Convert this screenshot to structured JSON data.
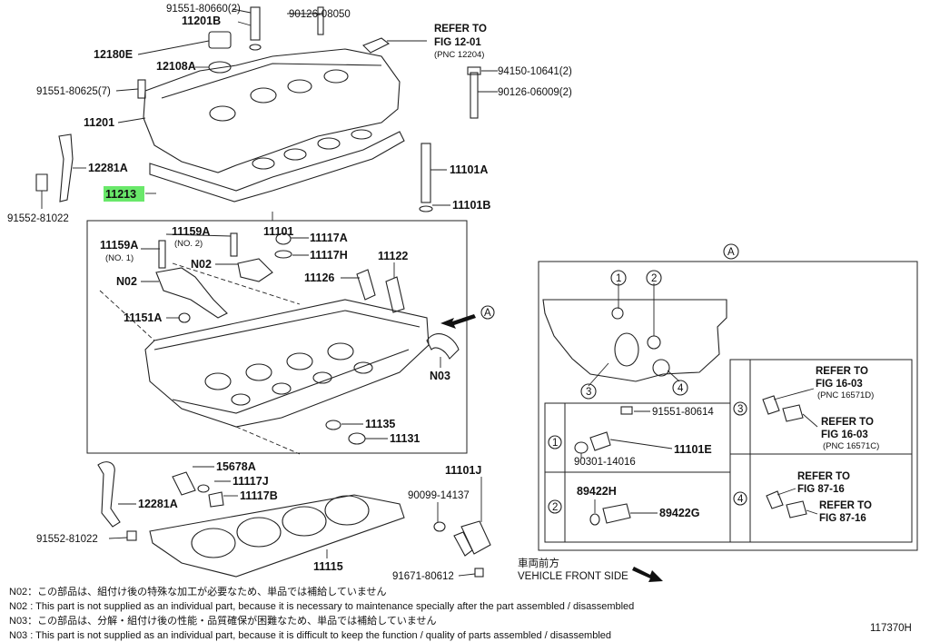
{
  "colors": {
    "highlight": "#69e86a",
    "line": "#222222"
  },
  "callouts": {
    "p91551_80660": "91551-80660(2)",
    "p11201b": "11201B",
    "p90126_08050": "90126-08050",
    "p12180e": "12180E",
    "p12108a": "12108A",
    "refer_a1": "REFER TO",
    "fig_12_01": "FIG 12-01",
    "pnc_12204": "(PNC 12204)",
    "p94150": "94150-10641(2)",
    "p91551_80625": "91551-80625(7)",
    "p90126_06009": "90126-06009(2)",
    "p11201": "11201",
    "p12281a_top": "12281A",
    "p11101a": "11101A",
    "p11213": "11213",
    "p11101b": "11101B",
    "p91552_top": "91552-81022",
    "p11101": "11101",
    "p11159a_no2": "11159A",
    "no2_tag": "(NO. 2)",
    "p11117a": "11117A",
    "p11159a_no1": "11159A",
    "no1_tag": "(NO. 1)",
    "p11117h": "11117H",
    "p11122": "11122",
    "n02_a": "N02",
    "n02_b": "N02",
    "p11126": "11126",
    "p11151a": "11151A",
    "view_a_arrow": "A",
    "n03": "N03",
    "p11135": "11135",
    "p11131": "11131",
    "p15678a": "15678A",
    "p11117j": "11117J",
    "p11101j": "11101J",
    "p12281a_bot": "12281A",
    "p11117b": "11117B",
    "p90099": "90099-14137",
    "p91552_bot": "91552-81022",
    "p11115": "11115",
    "p91671": "91671-80612",
    "front_jp": "車両前方",
    "front_en": "VEHICLE FRONT SIDE"
  },
  "detail": {
    "title": "A",
    "c1": "1",
    "c2": "2",
    "c3": "3",
    "c4": "4",
    "r1": "1",
    "r2": "2",
    "r3": "3",
    "r4": "4",
    "p91551_80614": "91551-80614",
    "p90301": "90301-14016",
    "p11101e": "11101E",
    "p89422h": "89422H",
    "p89422g": "89422G",
    "r3a_refer": "REFER TO",
    "r3a_fig": "FIG 16-03",
    "r3a_pnc": "(PNC 16571D)",
    "r3b_refer": "REFER TO",
    "r3b_fig": "FIG 16-03",
    "r3b_pnc": "(PNC 16571C)",
    "r4a_refer": "REFER TO",
    "r4a_fig": "FIG 87-16",
    "r4b_refer": "REFER TO",
    "r4b_fig": "FIG 87-16"
  },
  "notes": [
    "N02：この部品は、組付け後の特殊な加工が必要なため、単品では補給していません",
    "N02 : This part is not supplied as an individual part, because it is necessary to maintenance specially after the part assembled / disassembled",
    "N03：この部品は、分解・組付け後の性能・品質確保が困難なため、単品では補給していません",
    "N03 : This part is not supplied as an individual part, because it is difficult to keep the function / quality of parts  assembled / disassembled"
  ],
  "figure_code": "117370H"
}
